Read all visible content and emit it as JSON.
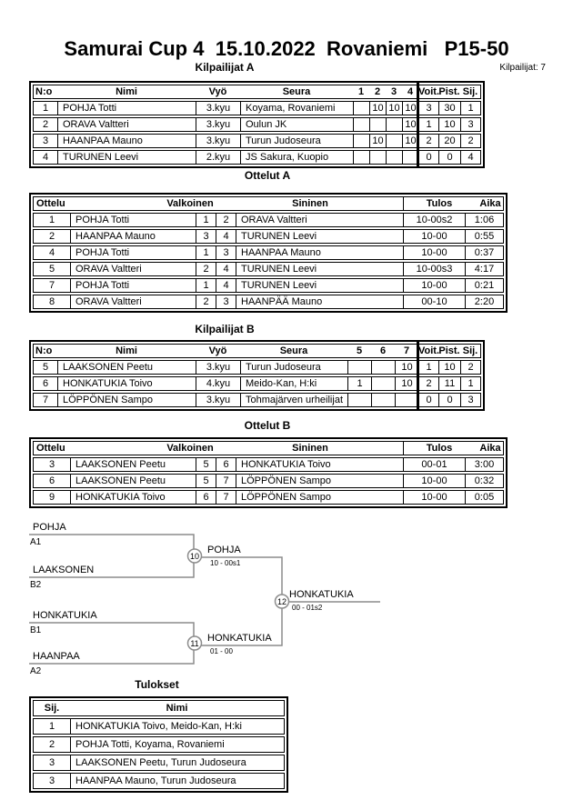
{
  "title": "Samurai Cup 4  15.10.2022  Rovaniemi   P15-50",
  "competitors_label": "Kilpailijat: 7",
  "colors": {
    "table_border": "#000000",
    "bracket_line": "#8c8c8c",
    "score_text": "#666666"
  },
  "kilpailijat_a": {
    "heading": "Kilpailijat A",
    "columns": [
      "N:o",
      "Nimi",
      "Vyö",
      "Seura",
      "1",
      "2",
      "3",
      "4",
      "Voit.",
      "Pist.",
      "Sij."
    ],
    "rows": [
      [
        "1",
        "POHJA Totti",
        "3.kyu",
        "Koyama, Rovaniemi",
        "",
        "10",
        "10",
        "10",
        "3",
        "30",
        "1"
      ],
      [
        "2",
        "ORAVA Valtteri",
        "3.kyu",
        "Oulun JK",
        "",
        "",
        "",
        "10",
        "1",
        "10",
        "3"
      ],
      [
        "3",
        "HAANPAA Mauno",
        "3.kyu",
        "Turun Judoseura",
        "",
        "10",
        "",
        "10",
        "2",
        "20",
        "2"
      ],
      [
        "4",
        "TURUNEN Leevi",
        "2.kyu",
        "JS Sakura, Kuopio",
        "",
        "",
        "",
        "",
        "0",
        "0",
        "4"
      ]
    ]
  },
  "ottelut_a": {
    "heading": "Ottelut A",
    "columns": [
      "Ottelu",
      "Valkoinen",
      "Sininen",
      "Tulos",
      "Aika"
    ],
    "rows": [
      [
        "1",
        "POHJA Totti",
        "1",
        "2",
        "ORAVA Valtteri",
        "10-00s2",
        "1:06"
      ],
      [
        "2",
        "HAANPAA Mauno",
        "3",
        "4",
        "TURUNEN Leevi",
        "10-00",
        "0:55"
      ],
      [
        "4",
        "POHJA Totti",
        "1",
        "3",
        "HAANPAA Mauno",
        "10-00",
        "0:37"
      ],
      [
        "5",
        "ORAVA Valtteri",
        "2",
        "4",
        "TURUNEN Leevi",
        "10-00s3",
        "4:17"
      ],
      [
        "7",
        "POHJA Totti",
        "1",
        "4",
        "TURUNEN Leevi",
        "10-00",
        "0:21"
      ],
      [
        "8",
        "ORAVA Valtteri",
        "2",
        "3",
        "HAANPÄÄ Mauno",
        "00-10",
        "2:20"
      ]
    ]
  },
  "kilpailijat_b": {
    "heading": "Kilpailijat B",
    "columns": [
      "N:o",
      "Nimi",
      "Vyö",
      "Seura",
      "5",
      "6",
      "7",
      "Voit.",
      "Pist.",
      "Sij."
    ],
    "rows": [
      [
        "5",
        "LAAKSONEN Peetu",
        "3.kyu",
        "Turun Judoseura",
        "",
        "",
        "10",
        "1",
        "10",
        "2"
      ],
      [
        "6",
        "HONKATUKIA Toivo",
        "4.kyu",
        "Meido-Kan, H:ki",
        "1",
        "",
        "10",
        "2",
        "11",
        "1"
      ],
      [
        "7",
        "LÖPPÖNEN Sampo",
        "3.kyu",
        "Tohmajärven urheilijat",
        "",
        "",
        "",
        "0",
        "0",
        "3"
      ]
    ]
  },
  "ottelut_b": {
    "heading": "Ottelut B",
    "columns": [
      "Ottelu",
      "Valkoinen",
      "Sininen",
      "Tulos",
      "Aika"
    ],
    "rows": [
      [
        "3",
        "LAAKSONEN Peetu",
        "5",
        "6",
        "HONKATUKIA Toivo",
        "00-01",
        "3:00"
      ],
      [
        "6",
        "LAAKSONEN Peetu",
        "5",
        "7",
        "LÖPPÖNEN Sampo",
        "10-00",
        "0:32"
      ],
      [
        "9",
        "HONKATUKIA Toivo",
        "6",
        "7",
        "LÖPPÖNEN Sampo",
        "10-00",
        "0:05"
      ]
    ]
  },
  "bracket": {
    "slots": [
      {
        "name": "POHJA",
        "seed": "A1"
      },
      {
        "name": "LAAKSONEN",
        "seed": "B2"
      },
      {
        "name": "HONKATUKIA",
        "seed": "B1"
      },
      {
        "name": "HAANPAA",
        "seed": "A2"
      }
    ],
    "matches": [
      {
        "number": "10",
        "winner": "POHJA",
        "score": "10 - 00s1"
      },
      {
        "number": "11",
        "winner": "HONKATUKIA",
        "score": "01 - 00"
      },
      {
        "number": "12",
        "winner": "HONKATUKIA",
        "score": "00 - 01s2"
      }
    ]
  },
  "tulokset": {
    "heading": "Tulokset",
    "columns": [
      "Sij.",
      "Nimi"
    ],
    "rows": [
      [
        "1",
        "HONKATUKIA Toivo, Meido-Kan, H:ki"
      ],
      [
        "2",
        "POHJA Totti, Koyama, Rovaniemi"
      ],
      [
        "3",
        "LAAKSONEN Peetu, Turun Judoseura"
      ],
      [
        "3",
        "HAANPAA Mauno, Turun Judoseura"
      ]
    ]
  }
}
